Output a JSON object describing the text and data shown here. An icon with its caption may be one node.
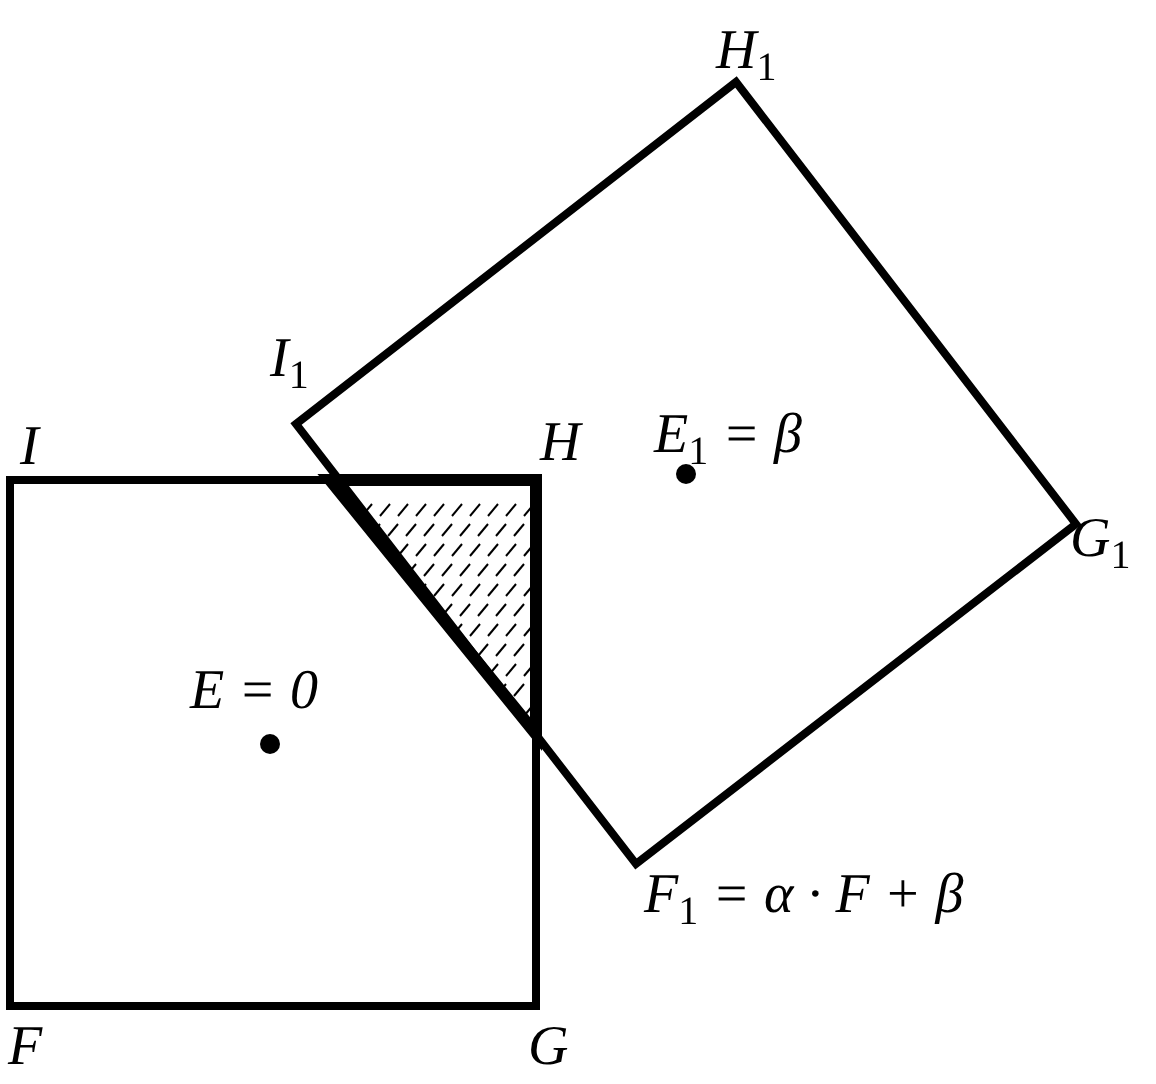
{
  "diagram": {
    "labels": [
      "H$_{1}$",
      "I$_{1}$",
      "I",
      "H",
      "E$_{1}$ = β",
      "G$_{1}$",
      "E = 0",
      "F$_{1}$ = α · F + β",
      "F",
      "G"
    ]
  }
}
